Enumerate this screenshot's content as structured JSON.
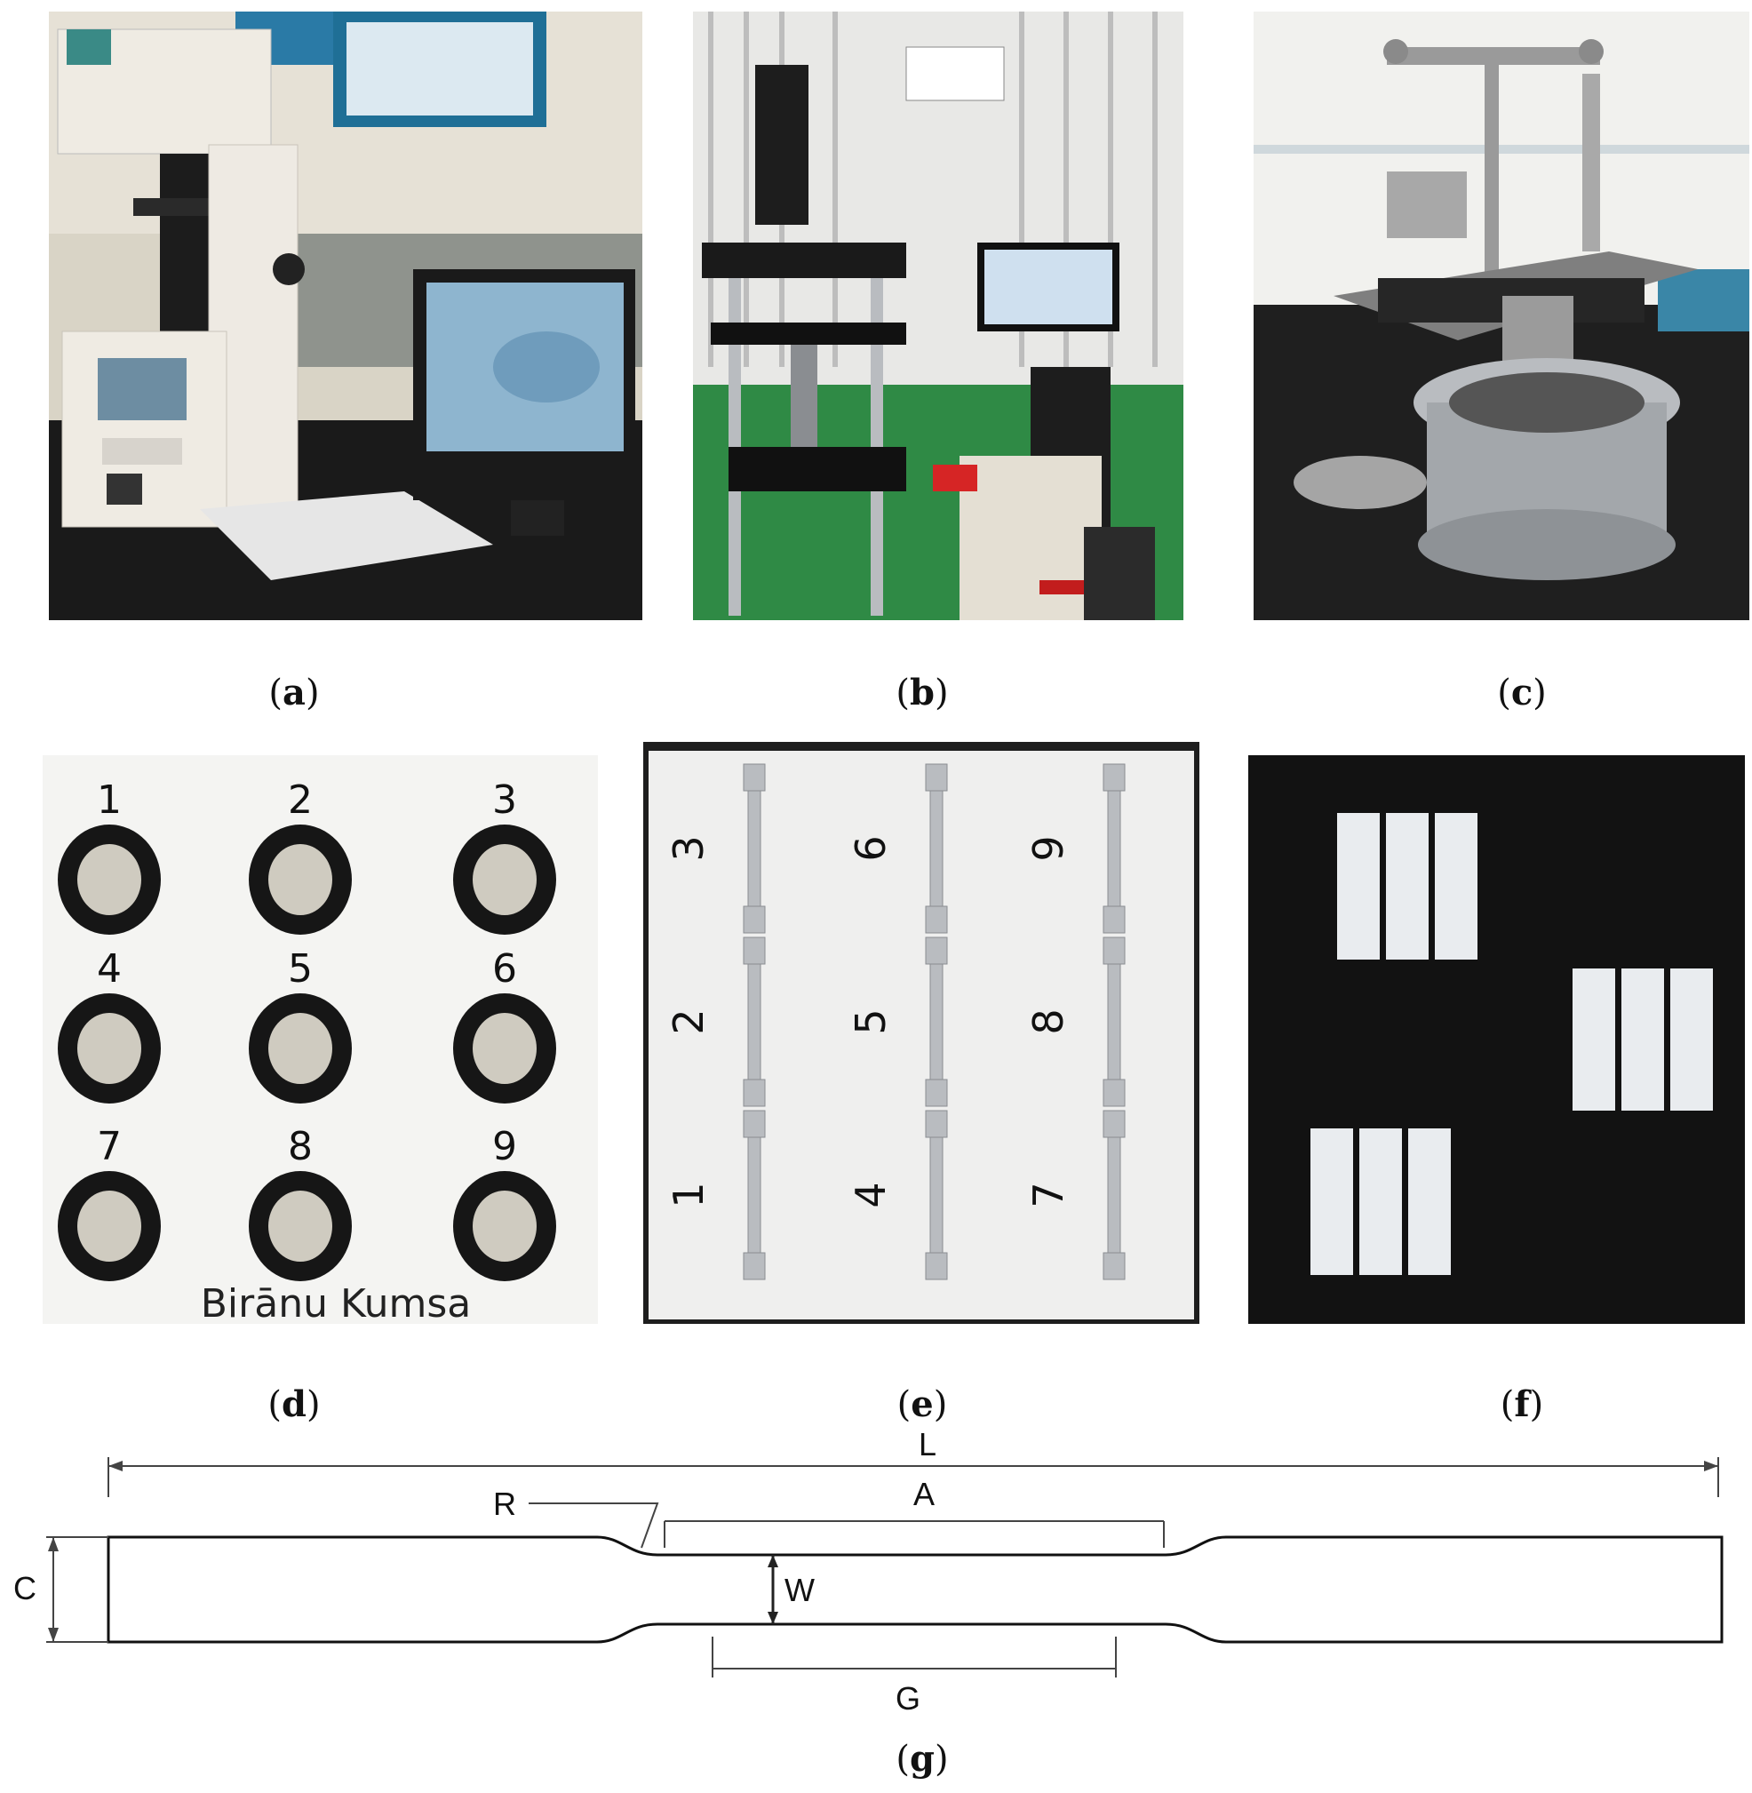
{
  "figure": {
    "captions": {
      "a": [
        "(",
        "a",
        ")"
      ],
      "b": [
        "(",
        "b",
        ")"
      ],
      "c": [
        "(",
        "c",
        ")"
      ],
      "d": [
        "(",
        "d",
        ")"
      ],
      "e": [
        "(",
        "e",
        ")"
      ],
      "f": [
        "(",
        "f",
        ")"
      ],
      "g": [
        "(",
        "g",
        ")"
      ]
    },
    "panel_d": {
      "sample_numbers": [
        "1",
        "2",
        "3",
        "4",
        "5",
        "6",
        "7",
        "8",
        "9"
      ],
      "handwriting": "Birānu Kumsa"
    },
    "panel_e": {
      "sample_numbers": [
        "3",
        "6",
        "9",
        "2",
        "5",
        "8",
        "1",
        "4",
        "7"
      ]
    },
    "diagram_g": {
      "labels": {
        "L": "L",
        "A": "A",
        "R": "R",
        "C": "C",
        "W": "W",
        "G": "G"
      }
    }
  },
  "colors": {
    "photo_bench": "#1b1b1b",
    "photo_wall": "#e9ece8",
    "machine_white": "#ece9e2",
    "floor_green": "#2f8a45",
    "dark_bg": "#121212",
    "metal": "#b9bcc0"
  }
}
